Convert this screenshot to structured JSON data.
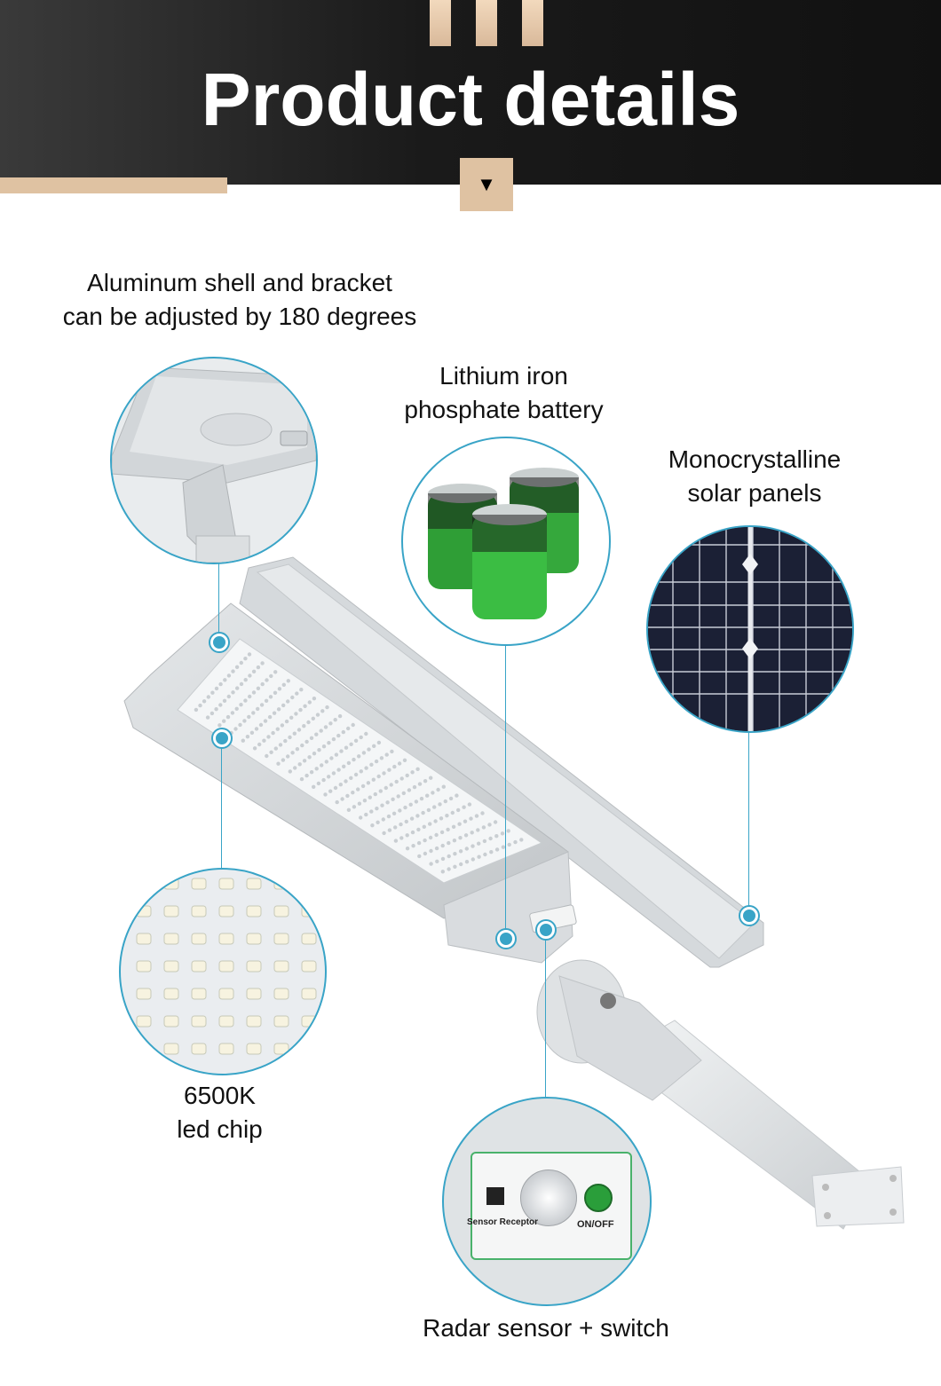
{
  "header": {
    "title": "Product details",
    "expand_icon": "triangle-down-icon",
    "colors": {
      "background": "#1a1a1a",
      "accent": "#dfc2a2",
      "callout": "#39a4c7"
    }
  },
  "callouts": {
    "aluminum_shell": "Aluminum shell and bracket\ncan be adjusted by 180 degrees",
    "battery": "Lithium iron\nphosphate battery",
    "solar_panel": "Monocrystalline\nsolar panels",
    "led_chip": "6500K\nled chip",
    "radar_sensor": "Radar sensor + switch"
  },
  "sensor_panel": {
    "left_label": "Sensor Receptor",
    "right_label": "ON/OFF"
  }
}
